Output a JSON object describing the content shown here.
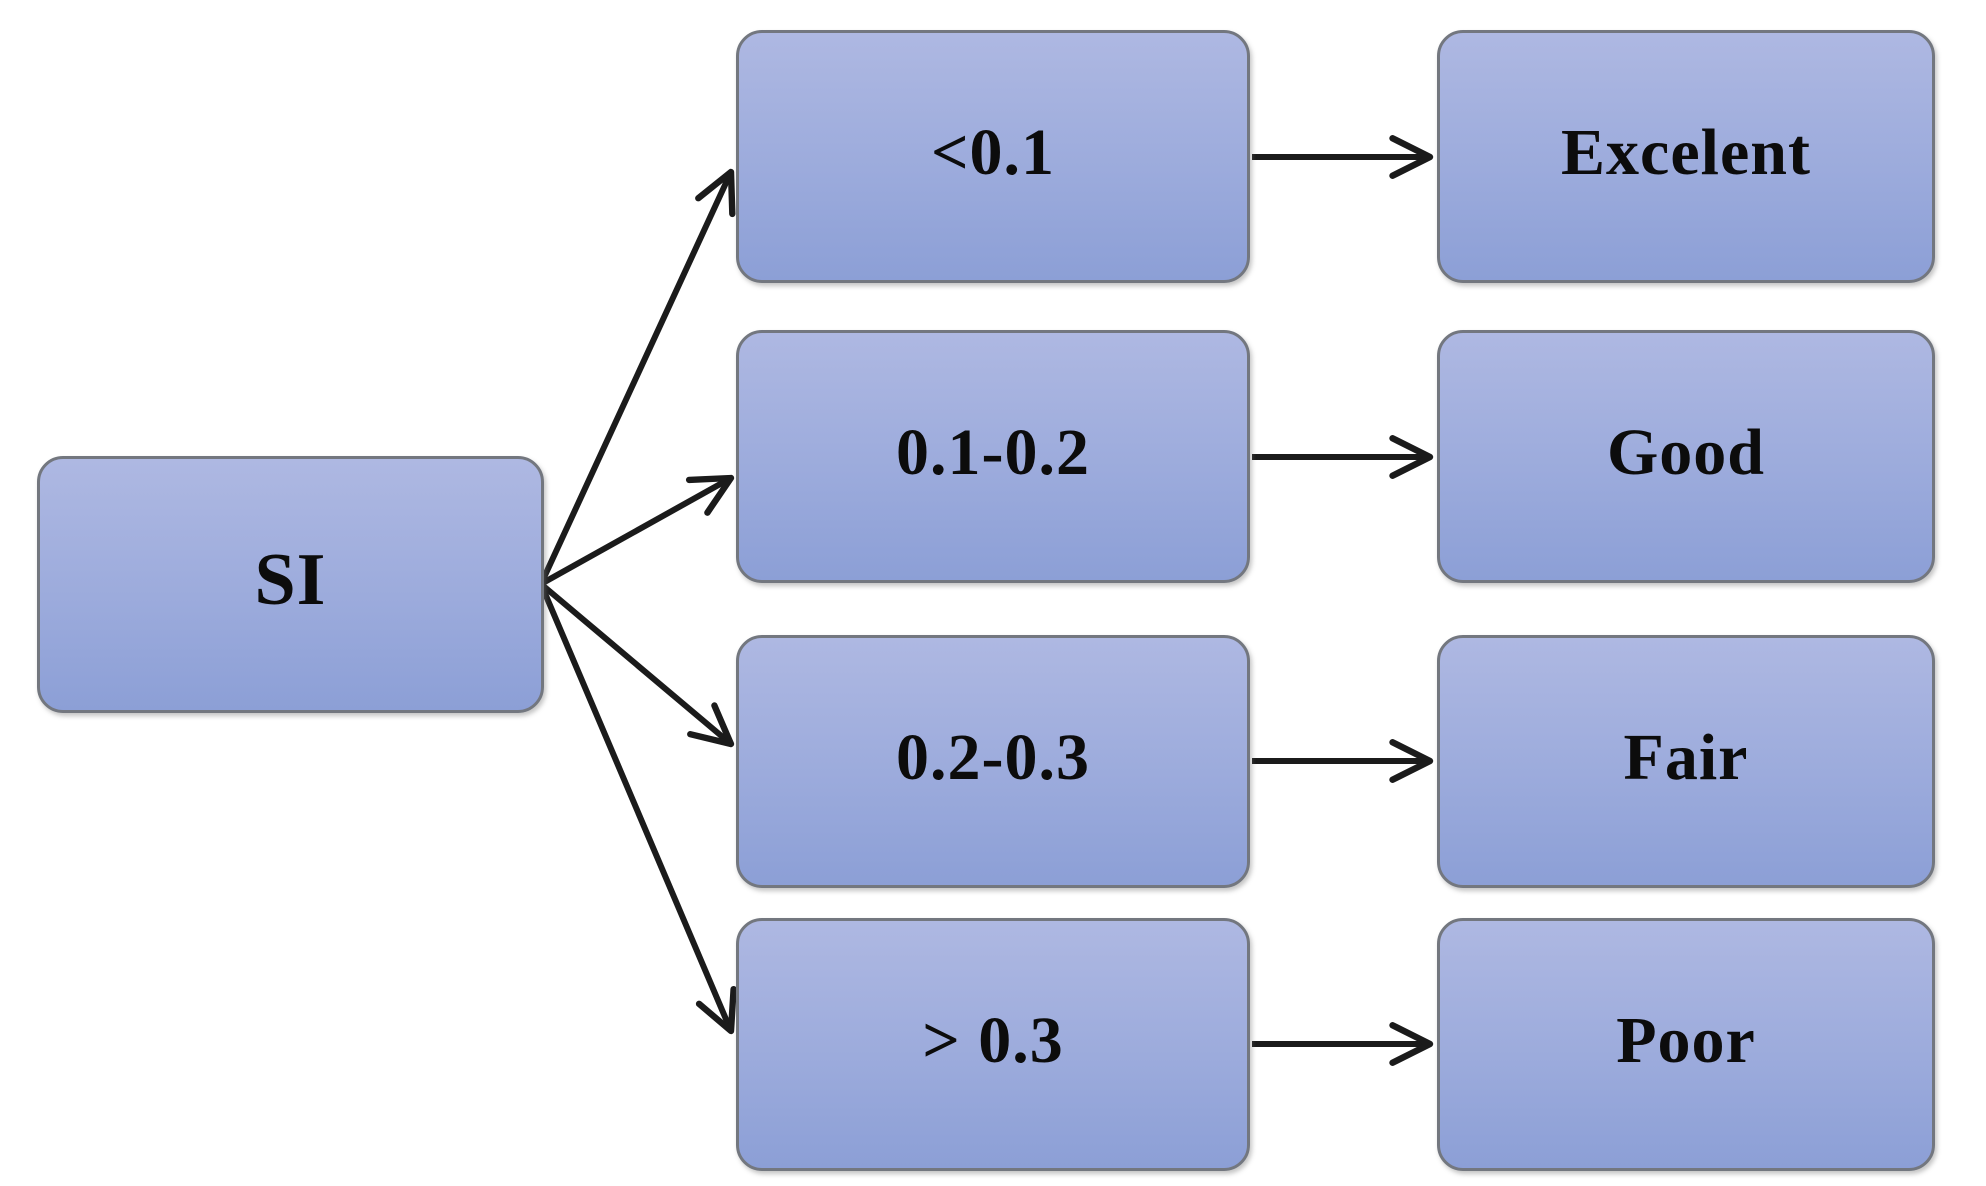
{
  "diagram": {
    "root": {
      "label": "SI"
    },
    "rows": [
      {
        "range": "<0.1",
        "rating": "Excelent"
      },
      {
        "range": "0.1-0.2",
        "rating": "Good"
      },
      {
        "range": "0.2-0.3",
        "rating": "Fair"
      },
      {
        "range": "> 0.3",
        "rating": "Poor"
      }
    ],
    "colors": {
      "background": "#ffffff",
      "box_fill_top": "#aeb8e2",
      "box_fill_bottom": "#8c9fd6",
      "box_border": "#73777f",
      "arrow": "#1b1b1b",
      "text": "#0c0c0c"
    }
  }
}
